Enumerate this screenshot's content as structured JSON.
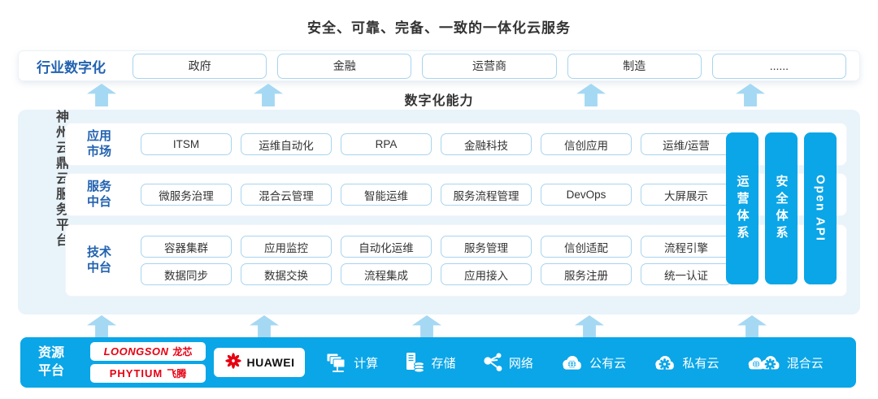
{
  "title": "安全、可靠、完备、一致的一体化云服务",
  "industry_band": {
    "label": "行业数字化",
    "items": [
      "政府",
      "金融",
      "运营商",
      "制造",
      "......"
    ]
  },
  "capability_label": "数字化能力",
  "platform": {
    "name": "神州云鼎云服务平台",
    "rows": [
      {
        "label_l1": "应用",
        "label_l2": "市场",
        "boxes": [
          "ITSM",
          "运维自动化",
          "RPA",
          "金融科技",
          "信创应用",
          "运维/运营"
        ]
      },
      {
        "label_l1": "服务",
        "label_l2": "中台",
        "boxes": [
          "微服务治理",
          "混合云管理",
          "智能运维",
          "服务流程管理",
          "DevOps",
          "大屏展示"
        ]
      },
      {
        "label_l1": "技术",
        "label_l2": "中台",
        "boxes_top": [
          "容器集群",
          "应用监控",
          "自动化运维",
          "服务管理",
          "信创适配",
          "流程引擎"
        ],
        "boxes_bottom": [
          "数据同步",
          "数据交换",
          "流程集成",
          "应用接入",
          "服务注册",
          "统一认证"
        ]
      }
    ],
    "pillars": [
      "运营体系",
      "安全体系",
      "Open API"
    ]
  },
  "resource_band": {
    "label_l1": "资源",
    "label_l2": "平台",
    "logos": {
      "loongson_en": "LOONGSON",
      "loongson_cn": "龙芯",
      "phytium_en": "PHYTIUM",
      "phytium_cn": "飞腾",
      "huawei": "HUAWEI"
    },
    "items": [
      "计算",
      "存储",
      "网络",
      "公有云",
      "私有云",
      "混合云"
    ]
  },
  "colors": {
    "accent_blue": "#0aa6e8",
    "arrow_blue": "#a5d8f3",
    "panel_bg": "#e9f3fa",
    "box_border": "#a8d4ef",
    "label_blue": "#2262b0",
    "logo_red": "#e60012",
    "dark_text": "#333333"
  }
}
